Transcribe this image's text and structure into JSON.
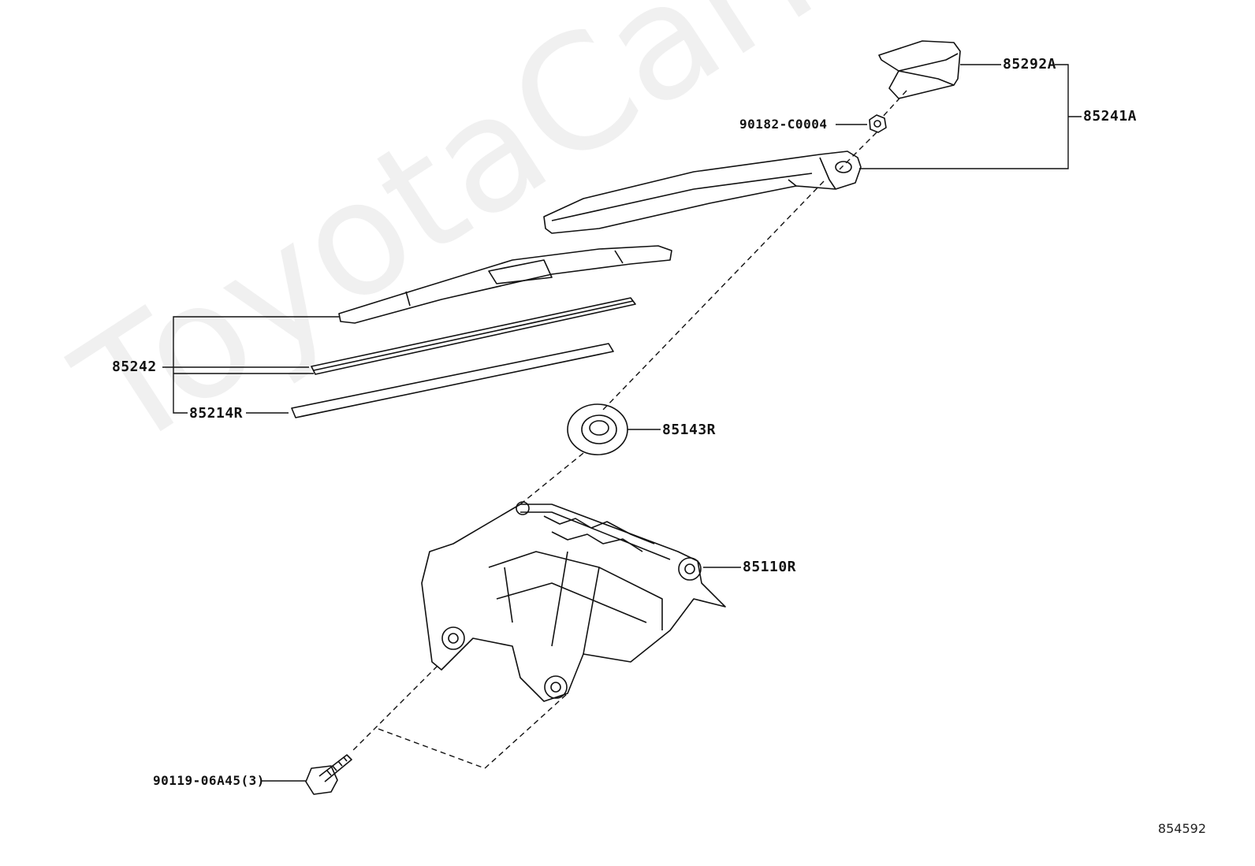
{
  "diagram": {
    "watermark": "ToyotaCarMine.ru",
    "reference_number": "854592"
  },
  "parts": {
    "p85292A": "85292A",
    "p85241A": "85241A",
    "p90182": "90182-C0004",
    "p85242": "85242",
    "p85214R": "85214R",
    "p85143R": "85143R",
    "p85110R": "85110R",
    "p90119": "90119-06A45(3)"
  },
  "colors": {
    "line": "#111111",
    "watermark": "#e8e8e8"
  }
}
